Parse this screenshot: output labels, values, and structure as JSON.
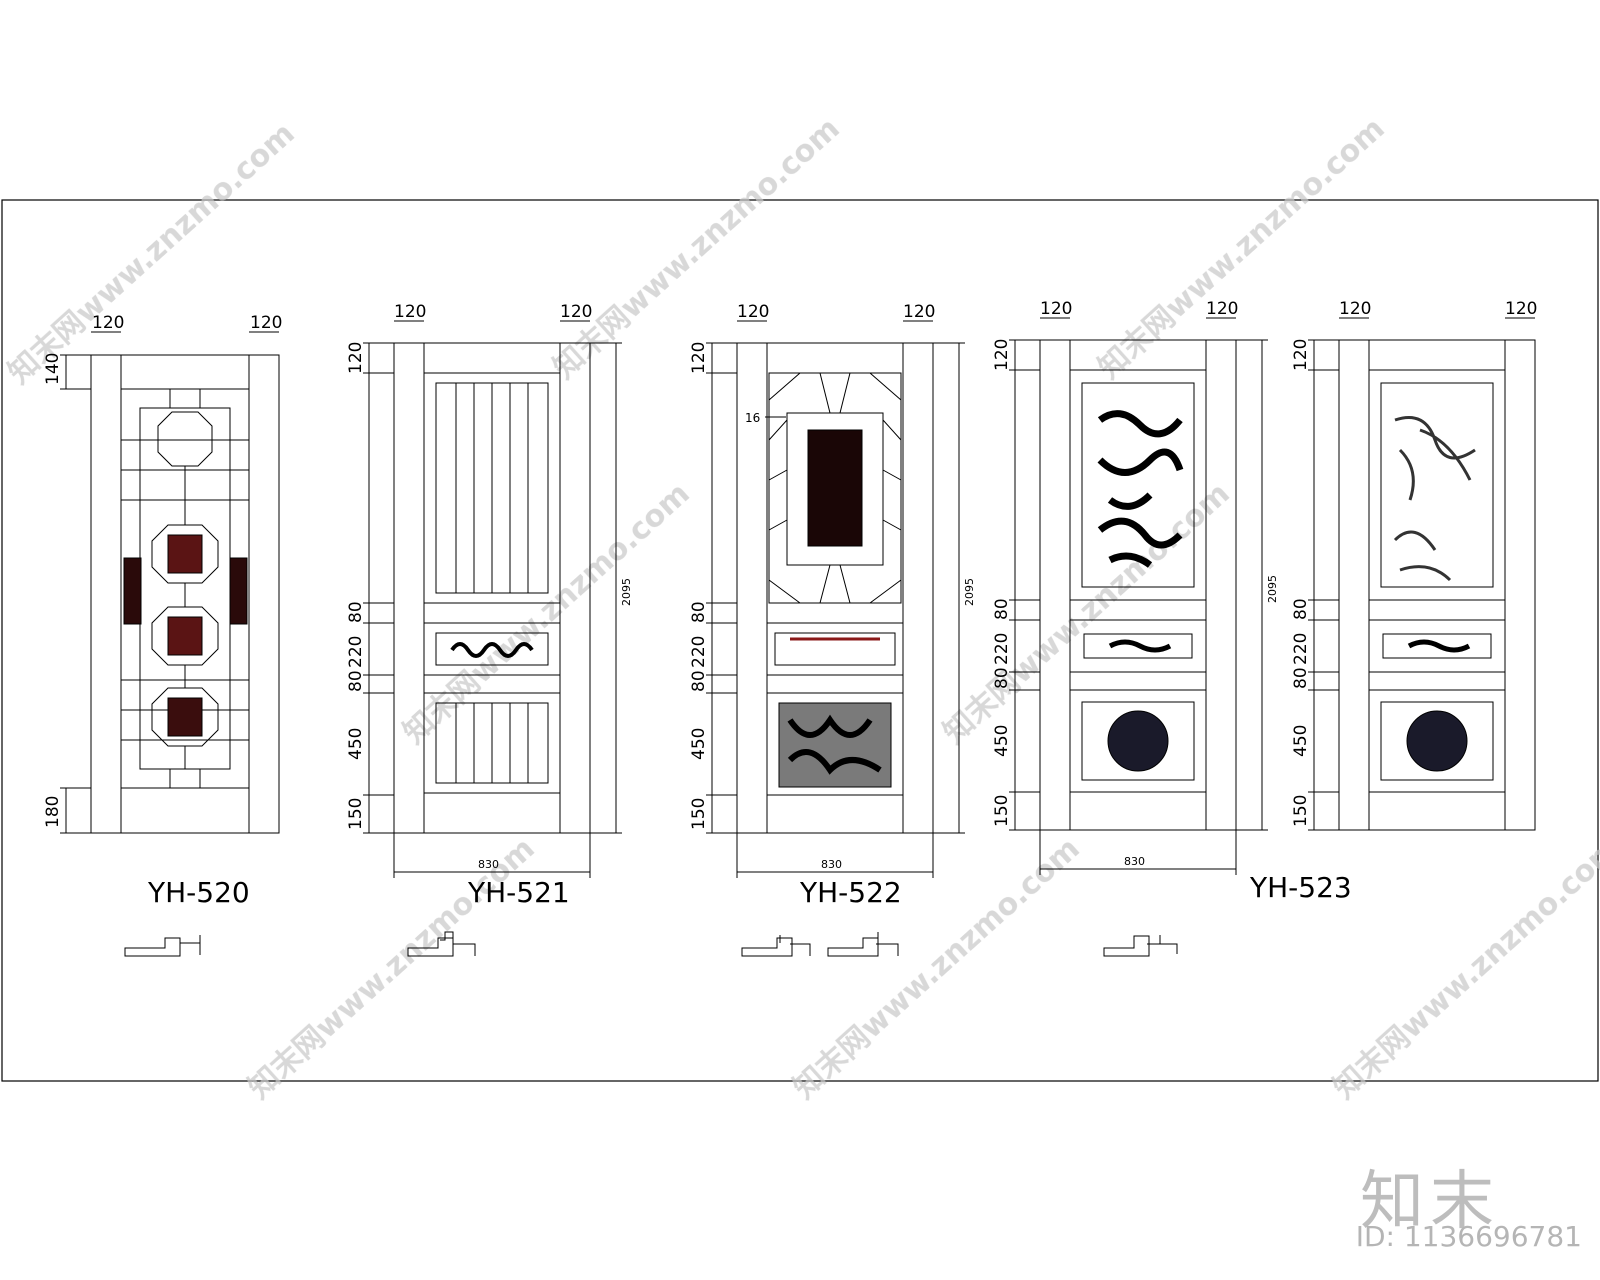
{
  "drawing": {
    "doors": [
      {
        "code": "YH-520",
        "dims": {
          "top_left": "120",
          "top_right": "120",
          "left": [
            "140",
            "180"
          ]
        }
      },
      {
        "code": "YH-521",
        "dims": {
          "top_left": "120",
          "top_right": "120",
          "left": [
            "120",
            "80",
            "220",
            "80",
            "450",
            "150"
          ],
          "height": "2095",
          "width": "830"
        }
      },
      {
        "code": "YH-522",
        "dims": {
          "top_left": "120",
          "top_right": "120",
          "left": [
            "120",
            "80",
            "220",
            "80",
            "450",
            "150"
          ],
          "height": "2095",
          "width": "830",
          "note": "16"
        }
      },
      {
        "code": "YH-523",
        "dims": {
          "top_left": "120",
          "top_right": "120",
          "left": [
            "120",
            "80",
            "220",
            "80",
            "450",
            "150"
          ],
          "height": "2095",
          "width": "830"
        }
      },
      {
        "dims": {
          "top_left": "120",
          "top_right": "120",
          "left": [
            "120",
            "80",
            "220",
            "80",
            "450",
            "150"
          ]
        }
      }
    ],
    "watermark": "知末网www.znzmo.com"
  },
  "brand": {
    "logo": "知末",
    "id": "ID: 1136696781"
  },
  "colors": {
    "line": "#000000",
    "watermark": "#c8c8c8",
    "fill_dark": "#3a0d0d"
  }
}
